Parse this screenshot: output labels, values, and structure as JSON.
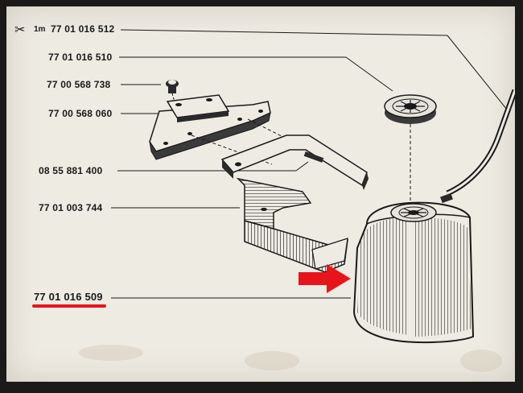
{
  "diagram": {
    "colors": {
      "ink": "#1a1a1a",
      "paper": "#eeebe3",
      "highlight": "#e8141c"
    },
    "icons": {
      "cut_mark": "scissors-icon",
      "pointer": "red-arrow-icon"
    },
    "parts": [
      {
        "ref": "77 01 016 512",
        "qty": "1m",
        "cut_mark": "✂"
      },
      {
        "ref": "77 01 016 510"
      },
      {
        "ref": "77 00 568 738"
      },
      {
        "ref": "77 00 568 060"
      },
      {
        "ref": "08 55 881 400"
      },
      {
        "ref": "77 01 003 744"
      },
      {
        "ref": "77 01 016 509",
        "highlighted": true
      }
    ]
  }
}
